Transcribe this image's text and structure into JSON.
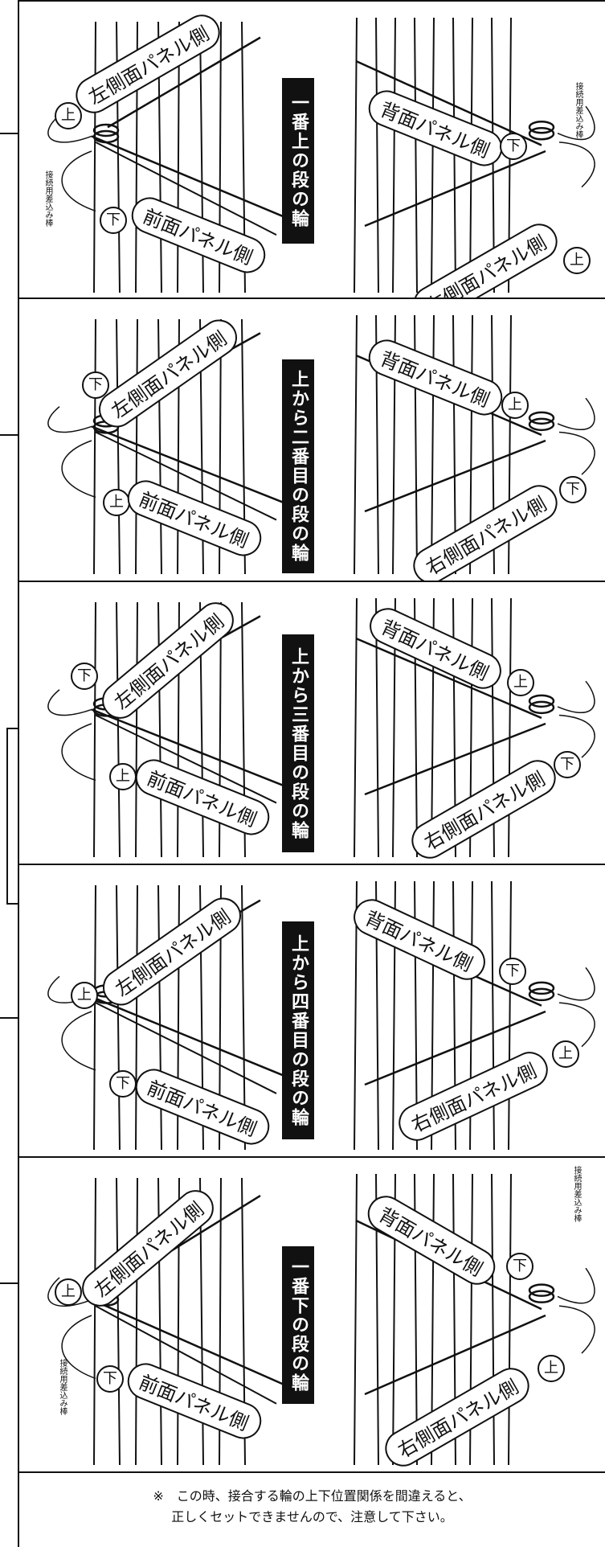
{
  "rows": [
    {
      "title": "一番上の段の輪",
      "left": {
        "panel": "左側面パネル側",
        "panel_badge": "上",
        "front": "前面パネル側",
        "front_badge": "下",
        "note": "接続用差込み棒"
      },
      "right": {
        "back": "背面パネル側",
        "back_badge": "下",
        "side": "右側面パネル側",
        "side_badge": "上",
        "note": "接続用差込み棒"
      }
    },
    {
      "title": "上から二番目の段の輪",
      "left": {
        "panel": "左側面パネル側",
        "panel_badge": "下",
        "front": "前面パネル側",
        "front_badge": "上"
      },
      "right": {
        "back": "背面パネル側",
        "back_badge": "上",
        "side": "右側面パネル側",
        "side_badge": "下"
      }
    },
    {
      "title": "上から三番目の段の輪",
      "left": {
        "panel": "左側面パネル側",
        "panel_badge": "下",
        "front": "前面パネル側",
        "front_badge": "上"
      },
      "right": {
        "back": "背面パネル側",
        "back_badge": "上",
        "side": "右側面パネル側",
        "side_badge": "下"
      }
    },
    {
      "title": "上から四番目の段の輪",
      "left": {
        "panel": "左側面パネル側",
        "panel_badge": "上",
        "front": "前面パネル側",
        "front_badge": "下"
      },
      "right": {
        "back": "背面パネル側",
        "back_badge": "下",
        "side": "右側面パネル側",
        "side_badge": "上"
      }
    },
    {
      "title": "一番下の段の輪",
      "left": {
        "panel": "左側面パネル側",
        "panel_badge": "上",
        "front": "前面パネル側",
        "front_badge": "下",
        "note": "接続用差込み棒"
      },
      "right": {
        "back": "背面パネル側",
        "back_badge": "下",
        "side": "右側面パネル側",
        "side_badge": "上",
        "note": "接続用差込み棒"
      }
    }
  ],
  "footer": {
    "line1": "※　この時、接合する輪の上下位置関係を間違えると、",
    "line2": "正しくセットできませんので、注意して下さい。"
  },
  "colors": {
    "line": "#111111",
    "background": "#ffffff"
  }
}
